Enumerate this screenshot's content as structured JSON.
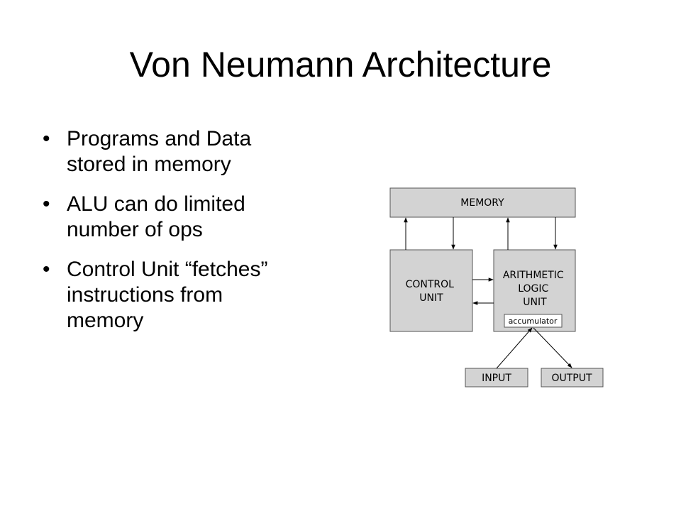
{
  "slide": {
    "title": "Von Neumann Architecture",
    "bullets": [
      {
        "line1": "Programs and Data",
        "line2": "stored in memory"
      },
      {
        "line1": "ALU can do limited",
        "line2": "number of ops"
      },
      {
        "line1": "Control Unit “fetches”",
        "line2": "instructions from",
        "line3": "memory"
      }
    ],
    "bullet_symbol": "•"
  },
  "diagram": {
    "memory": "MEMORY",
    "control_unit": {
      "line1": "CONTROL",
      "line2": "UNIT"
    },
    "alu": {
      "line1": "ARITHMETIC",
      "line2": "LOGIC",
      "line3": "UNIT"
    },
    "accumulator": "accumulator",
    "input": "INPUT",
    "output": "OUTPUT",
    "box_fill": "#d3d3d3",
    "box_stroke": "#555555"
  }
}
